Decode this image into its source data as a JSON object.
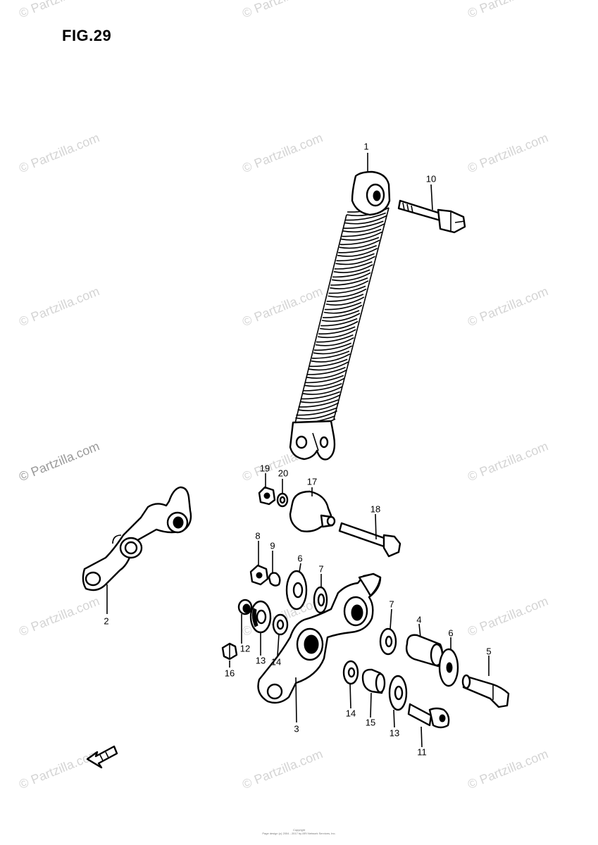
{
  "figure": {
    "title": "FIG.29"
  },
  "watermark": {
    "text": "© Partzilla.com"
  },
  "footer": {
    "line1": "Copyright",
    "line2": "Page design (c) 2004 - 2017 by ARI Network Services, Inc."
  },
  "callouts": [
    {
      "id": "c1",
      "label": "1"
    },
    {
      "id": "c2",
      "label": "2"
    },
    {
      "id": "c3",
      "label": "3"
    },
    {
      "id": "c4",
      "label": "4"
    },
    {
      "id": "c5",
      "label": "5"
    },
    {
      "id": "c6a",
      "label": "6"
    },
    {
      "id": "c6b",
      "label": "6"
    },
    {
      "id": "c7a",
      "label": "7"
    },
    {
      "id": "c7b",
      "label": "7"
    },
    {
      "id": "c8",
      "label": "8"
    },
    {
      "id": "c9",
      "label": "9"
    },
    {
      "id": "c10",
      "label": "10"
    },
    {
      "id": "c11",
      "label": "11"
    },
    {
      "id": "c12",
      "label": "12"
    },
    {
      "id": "c13a",
      "label": "13"
    },
    {
      "id": "c13b",
      "label": "13"
    },
    {
      "id": "c14a",
      "label": "14"
    },
    {
      "id": "c14b",
      "label": "14"
    },
    {
      "id": "c15",
      "label": "15"
    },
    {
      "id": "c16",
      "label": "16"
    },
    {
      "id": "c17",
      "label": "17"
    },
    {
      "id": "c18",
      "label": "18"
    },
    {
      "id": "c19",
      "label": "19"
    },
    {
      "id": "c20",
      "label": "20"
    }
  ]
}
